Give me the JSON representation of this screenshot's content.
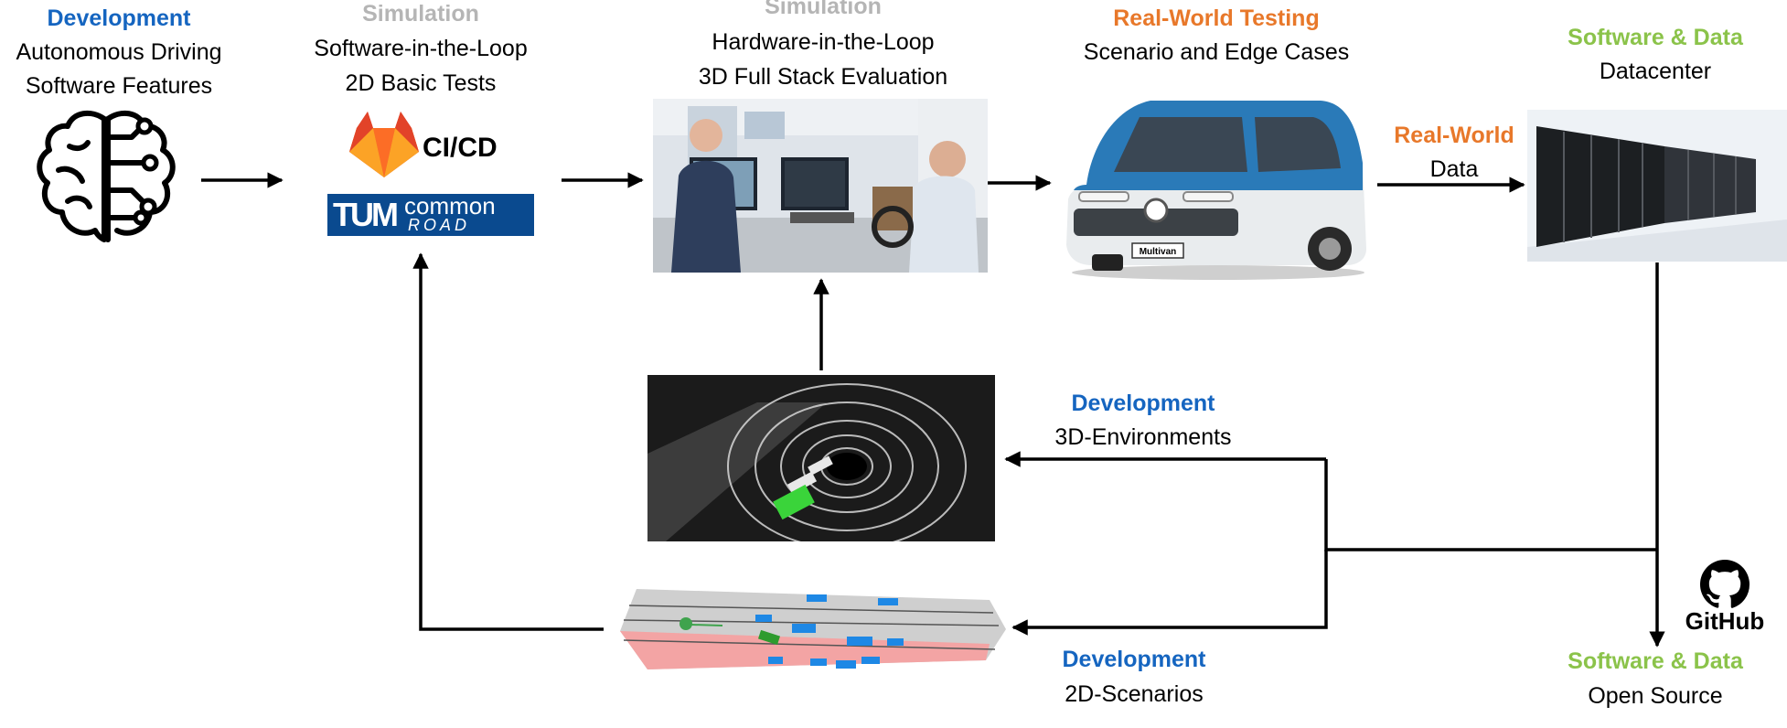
{
  "nodes": {
    "dev_software": {
      "heading": "Development",
      "line1": "Autonomous Driving",
      "line2": "Software Features"
    },
    "sil": {
      "heading": "Simulation",
      "line1": "Software-in-the-Loop",
      "line2": "2D Basic Tests",
      "cicd": "CI/CD",
      "tum": "TUM",
      "common": "common",
      "road": "ROAD"
    },
    "hil": {
      "heading": "Simulation",
      "line1": "Hardware-in-the-Loop",
      "line2": "3D Full Stack Evaluation"
    },
    "real_world": {
      "heading": "Real-World Testing",
      "line1": "Scenario and Edge Cases",
      "vehicle_plate": "Multivan"
    },
    "rw_data": {
      "heading": "Real-World",
      "line1": "Data"
    },
    "datacenter": {
      "heading": "Software & Data",
      "line1": "Datacenter"
    },
    "env3d": {
      "heading": "Development",
      "line1": "3D-Environments"
    },
    "scen2d": {
      "heading": "Development",
      "line1": "2D-Scenarios"
    },
    "open_source": {
      "heading": "Software & Data",
      "line1": "Open Source",
      "github": "GitHub"
    }
  },
  "colors": {
    "blue": "#1565c0",
    "grey": "#b5b5b5",
    "orange": "#e8782a",
    "green": "#8bc34a",
    "gitlab": "#fc6d26",
    "tum_blue": "#0a4a8f"
  }
}
